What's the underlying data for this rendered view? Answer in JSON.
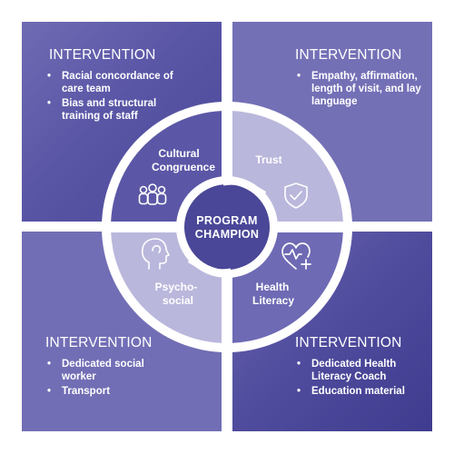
{
  "center": {
    "line1": "PROGRAM",
    "line2": "CHAMPION"
  },
  "segments": {
    "cultural_congruence": {
      "line1": "Cultural",
      "line2": "Congruence",
      "icon": "people-group-icon"
    },
    "trust": {
      "line1": "Trust",
      "icon": "shield-check-icon"
    },
    "psychosocial": {
      "line1": "Psycho-",
      "line2": "social",
      "icon": "head-profile-icon"
    },
    "health_literacy": {
      "line1": "Health",
      "line2": "Literacy",
      "icon": "heart-plus-icon"
    }
  },
  "quadrants": {
    "top_left": {
      "heading": "INTERVENTION",
      "items": [
        "Racial concordance of care team",
        "Bias and structural training of staff"
      ]
    },
    "top_right": {
      "heading": "INTERVENTION",
      "items": [
        "Empathy, affirmation, length of visit, and lay language"
      ]
    },
    "bottom_left": {
      "heading": "INTERVENTION",
      "items": [
        "Dedicated social worker",
        "Transport"
      ]
    },
    "bottom_right": {
      "heading": "INTERVENTION",
      "items": [
        "Dedicated Health Literacy Coach",
        "Education material"
      ]
    }
  },
  "colors": {
    "dark": "#4a4798",
    "medium": "#6e6ab4",
    "light": "#bab7dc",
    "white": "#ffffff"
  }
}
